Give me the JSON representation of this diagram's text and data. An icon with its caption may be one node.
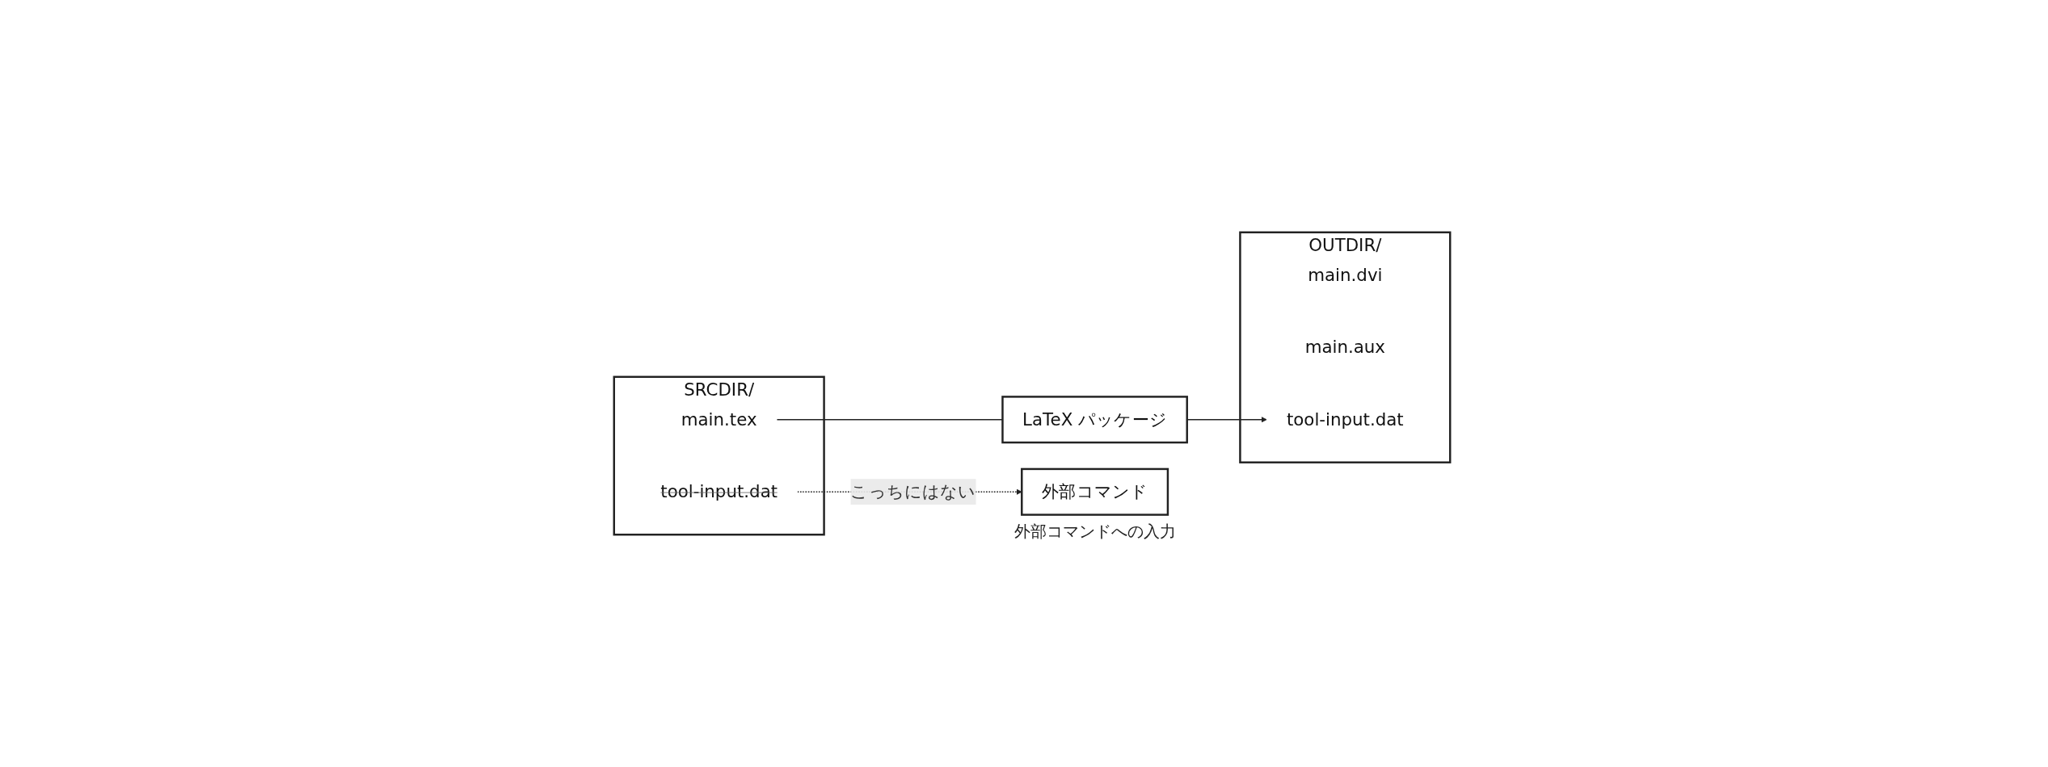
{
  "diagram": {
    "nodes": [
      {
        "text": [
          "SRCDIR/"
        ]
      },
      {
        "text": [
          "main.tex"
        ],
        "in": 0
      },
      {
        "text": [
          "tool-input.dat"
        ],
        "in": 0
      },
      {
        "text": [
          "LaTeX パッケージ"
        ]
      },
      {
        "text": [
          "OUTDIR/"
        ]
      },
      {
        "text": [
          "main.dvi"
        ],
        "in": 4
      },
      {
        "text": [
          "main.aux"
        ],
        "in": 4
      },
      {
        "text": [
          "tool-input.dat"
        ],
        "in": 4
      },
      {
        "text": [
          "外部コマンド"
        ],
        "beside": [
          "外部コマンドへの入力"
        ]
      }
    ],
    "edges": [
      {
        "from": 1,
        "to": 3,
        "arrow": "none"
      },
      {
        "from": 3,
        "to": 7,
        "arrow": "to"
      },
      {
        "from": 2,
        "to": 8,
        "arrow": "to",
        "style": "dashed",
        "label": "こっちにはない"
      }
    ]
  }
}
